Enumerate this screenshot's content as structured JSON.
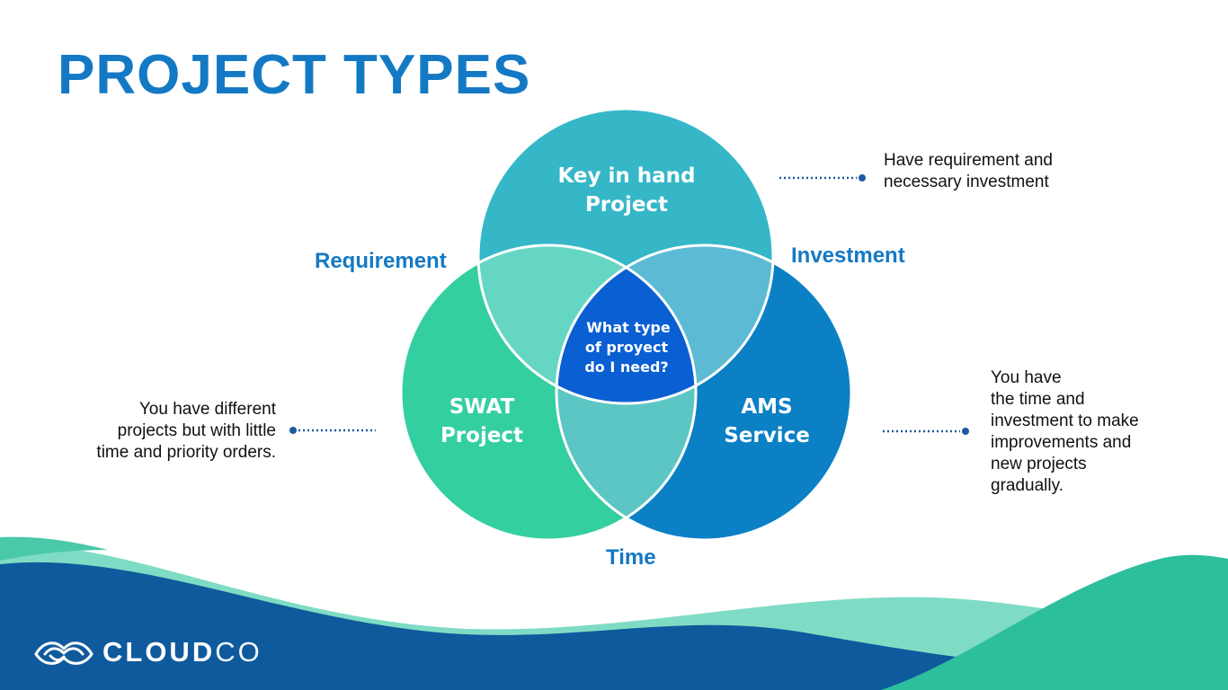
{
  "title": "PROJECT TYPES",
  "circles": {
    "top": {
      "lines": [
        "Key in hand",
        "Project"
      ],
      "color": "#35b7c8"
    },
    "left": {
      "lines": [
        "SWAT",
        "Project"
      ],
      "color": "#34cfa1"
    },
    "right": {
      "lines": [
        "AMS",
        "Service"
      ],
      "color": "#0b80c5"
    }
  },
  "center": {
    "lines": [
      "What type",
      "of proyect",
      "do I need?"
    ],
    "color": "#0a5fd2"
  },
  "overlap_colors": {
    "top_left": "#66d6c4",
    "top_right": "#5dbad4",
    "left_right": "#5cc6c4"
  },
  "labels": {
    "requirement": "Requirement",
    "investment": "Investment",
    "time": "Time"
  },
  "descriptions": {
    "top_right": [
      "Have requirement and",
      "necessary investment"
    ],
    "left": [
      "You have different",
      "projects but with little",
      "time and priority orders."
    ],
    "right": [
      "You have",
      "the time and",
      "investment to make",
      "improvements and",
      "new projects",
      "gradually."
    ]
  },
  "logo": {
    "bold": "CLOUD",
    "light": "CO"
  },
  "colors": {
    "title": "#1479c4",
    "label": "#1479c4",
    "dots": "#1b5aa0",
    "wave_dark": "#0f5a9c",
    "wave_teal": "#2dbf9c"
  }
}
